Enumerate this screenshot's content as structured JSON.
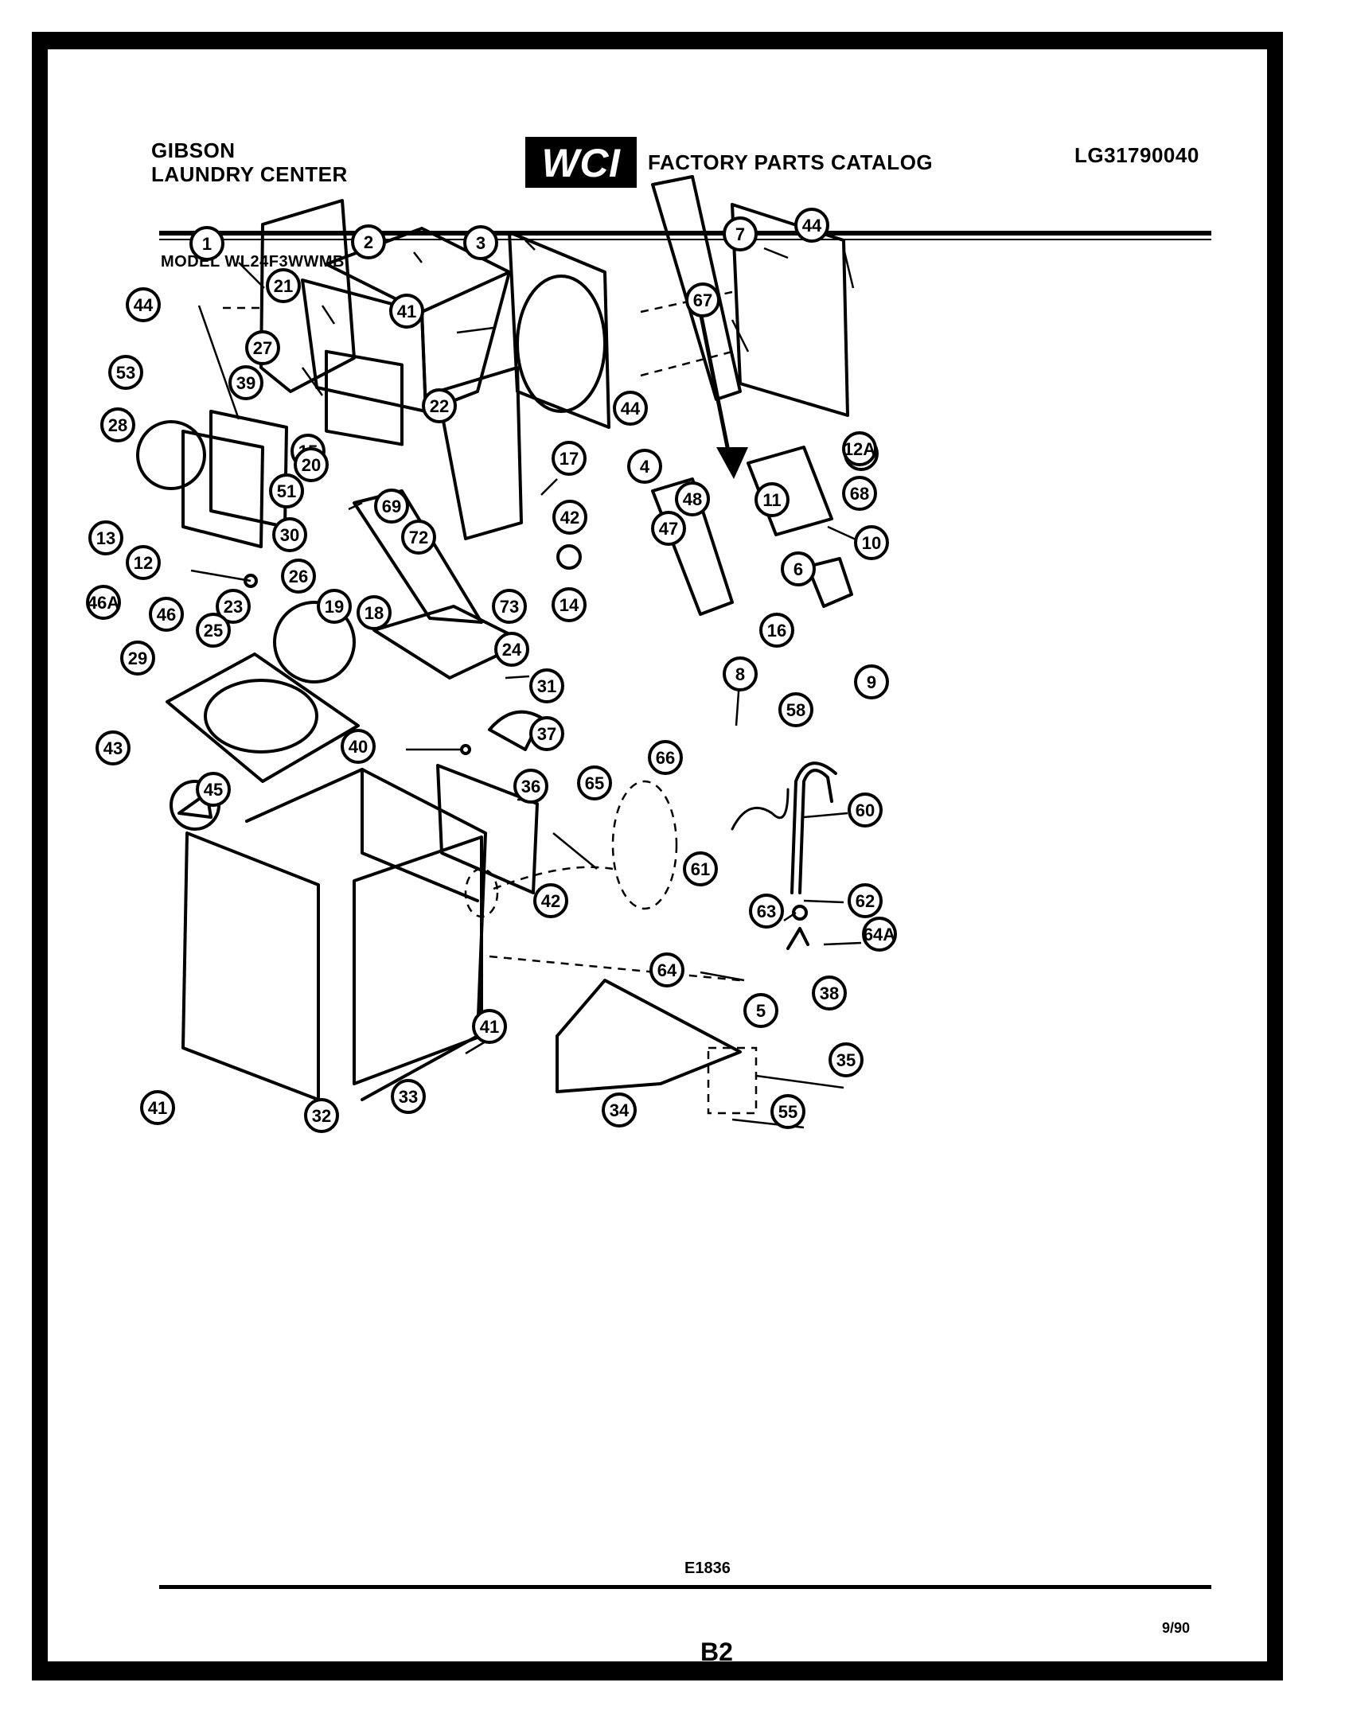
{
  "header": {
    "brand_line1": "GIBSON",
    "brand_line2": "LAUNDRY CENTER",
    "logo_text": "WCI",
    "catalog_title": "FACTORY PARTS CATALOG",
    "catalog_number": "LG31790040"
  },
  "model_label": "MODEL WL24F3WWMB",
  "diagram_id": "E1836",
  "page_number": "B2",
  "date": "9/90",
  "callouts": [
    {
      "id": "c1",
      "text": "1"
    },
    {
      "id": "c2",
      "text": "2"
    },
    {
      "id": "c3",
      "text": "3"
    },
    {
      "id": "c7",
      "text": "7"
    },
    {
      "id": "c44a",
      "text": "44"
    },
    {
      "id": "c44b",
      "text": "44"
    },
    {
      "id": "c21",
      "text": "21"
    },
    {
      "id": "c41a",
      "text": "41"
    },
    {
      "id": "c67",
      "text": "67"
    },
    {
      "id": "c44c",
      "text": "44"
    },
    {
      "id": "c27",
      "text": "27"
    },
    {
      "id": "c53",
      "text": "53"
    },
    {
      "id": "c39",
      "text": "39"
    },
    {
      "id": "c22",
      "text": "22"
    },
    {
      "id": "c44d",
      "text": "44"
    },
    {
      "id": "c28",
      "text": "28"
    },
    {
      "id": "c15",
      "text": "15"
    },
    {
      "id": "c12a",
      "text": "12A"
    },
    {
      "id": "c20",
      "text": "20"
    },
    {
      "id": "c17",
      "text": "17"
    },
    {
      "id": "c68",
      "text": "68"
    },
    {
      "id": "c4",
      "text": "4"
    },
    {
      "id": "c11",
      "text": "11"
    },
    {
      "id": "c51",
      "text": "51"
    },
    {
      "id": "c69",
      "text": "69"
    },
    {
      "id": "c48",
      "text": "48"
    },
    {
      "id": "c13",
      "text": "13"
    },
    {
      "id": "c42a",
      "text": "42"
    },
    {
      "id": "c47",
      "text": "47"
    },
    {
      "id": "c10",
      "text": "10"
    },
    {
      "id": "c30",
      "text": "30"
    },
    {
      "id": "c12",
      "text": "12"
    },
    {
      "id": "c72",
      "text": "72"
    },
    {
      "id": "c6",
      "text": "6"
    },
    {
      "id": "c26",
      "text": "26"
    },
    {
      "id": "c46a",
      "text": "46A"
    },
    {
      "id": "c73",
      "text": "73"
    },
    {
      "id": "c14",
      "text": "14"
    },
    {
      "id": "c46",
      "text": "46"
    },
    {
      "id": "c23",
      "text": "23"
    },
    {
      "id": "c16",
      "text": "16"
    },
    {
      "id": "c19",
      "text": "19"
    },
    {
      "id": "c18",
      "text": "18"
    },
    {
      "id": "c25",
      "text": "25"
    },
    {
      "id": "c24",
      "text": "24"
    },
    {
      "id": "c8",
      "text": "8"
    },
    {
      "id": "c9",
      "text": "9"
    },
    {
      "id": "c29",
      "text": "29"
    },
    {
      "id": "c58",
      "text": "58"
    },
    {
      "id": "c31",
      "text": "31"
    },
    {
      "id": "c37",
      "text": "37"
    },
    {
      "id": "c40",
      "text": "40"
    },
    {
      "id": "c43",
      "text": "43"
    },
    {
      "id": "c66",
      "text": "66"
    },
    {
      "id": "c45",
      "text": "45"
    },
    {
      "id": "c36a",
      "text": "36"
    },
    {
      "id": "c65",
      "text": "65"
    },
    {
      "id": "c60",
      "text": "60"
    },
    {
      "id": "c61",
      "text": "61"
    },
    {
      "id": "c42b",
      "text": "42"
    },
    {
      "id": "c62",
      "text": "62"
    },
    {
      "id": "c63",
      "text": "63"
    },
    {
      "id": "c64a",
      "text": "64A"
    },
    {
      "id": "c64",
      "text": "64"
    },
    {
      "id": "c38",
      "text": "38"
    },
    {
      "id": "c5",
      "text": "5"
    },
    {
      "id": "c41b",
      "text": "41"
    },
    {
      "id": "c35",
      "text": "35"
    },
    {
      "id": "c41c",
      "text": "41"
    },
    {
      "id": "c32",
      "text": "32"
    },
    {
      "id": "c33",
      "text": "33"
    },
    {
      "id": "c34",
      "text": "34"
    },
    {
      "id": "c55",
      "text": "55"
    }
  ]
}
